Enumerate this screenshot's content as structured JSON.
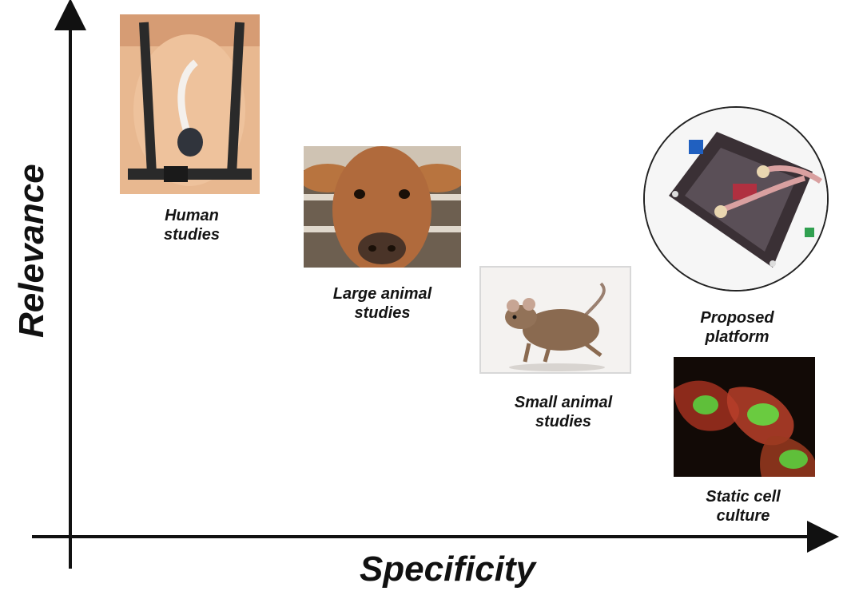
{
  "axes": {
    "y_label": "Relevance",
    "x_label": "Specificity"
  },
  "items": {
    "human": {
      "line1": "Human",
      "line2": "studies"
    },
    "large_animal": {
      "line1": "Large animal",
      "line2": "studies"
    },
    "small_animal": {
      "line1": "Small animal",
      "line2": "studies"
    },
    "proposed": {
      "line1": "Proposed",
      "line2": "platform"
    },
    "cell_culture": {
      "line1": "Static cell",
      "line2": "culture"
    }
  },
  "colors": {
    "axis": "#111111",
    "text": "#141414",
    "skin": "#e6b48c",
    "cow": "#b06a3c",
    "mouse": "#8a6a50",
    "cell_red": "#c0392b",
    "cell_green": "#5fbf3a"
  },
  "icons": {
    "human": "human-torso-photo",
    "large_animal": "calf-photo",
    "small_animal": "mouse-photo",
    "proposed": "device-chip-photo",
    "cell_culture": "cell-fluorescence-photo"
  }
}
